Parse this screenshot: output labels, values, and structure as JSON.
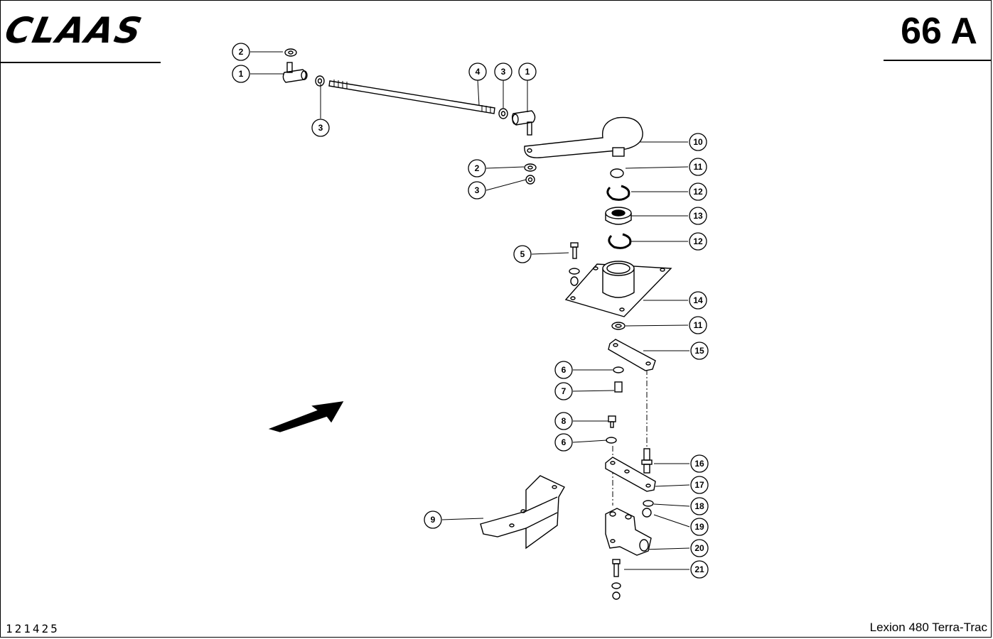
{
  "header": {
    "brand": "CLAAS",
    "page_number": "66 A"
  },
  "footer": {
    "drawing_number": "121425",
    "model": "Lexion 480 Terra-Trac"
  },
  "callouts": [
    {
      "num": "2"
    },
    {
      "num": "1"
    },
    {
      "num": "3"
    },
    {
      "num": "4"
    },
    {
      "num": "3"
    },
    {
      "num": "1"
    },
    {
      "num": "10"
    },
    {
      "num": "2"
    },
    {
      "num": "3"
    },
    {
      "num": "11"
    },
    {
      "num": "12"
    },
    {
      "num": "13"
    },
    {
      "num": "12"
    },
    {
      "num": "5"
    },
    {
      "num": "14"
    },
    {
      "num": "11"
    },
    {
      "num": "15"
    },
    {
      "num": "6"
    },
    {
      "num": "7"
    },
    {
      "num": "8"
    },
    {
      "num": "6"
    },
    {
      "num": "16"
    },
    {
      "num": "17"
    },
    {
      "num": "18"
    },
    {
      "num": "19"
    },
    {
      "num": "9"
    },
    {
      "num": "20"
    },
    {
      "num": "21"
    }
  ]
}
